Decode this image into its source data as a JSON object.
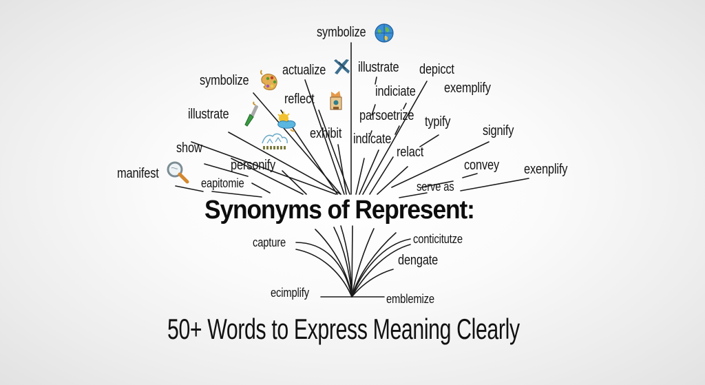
{
  "title": "Synonyms of Represent:",
  "subtitle": "50+ Words to Express Meaning Clearly",
  "colors": {
    "text": "#141414",
    "lines": "#1a1a1a",
    "background_center": "#ffffff",
    "background_edge": "#e2e2e2"
  },
  "upper_words": [
    {
      "label": "symbolize",
      "icon": "globe-icon"
    },
    {
      "label": "actualize",
      "icon": "satellite-icon"
    },
    {
      "label": "illustrate"
    },
    {
      "label": "depicct"
    },
    {
      "label": "symbolize",
      "icon": "palette-icon"
    },
    {
      "label": "reflect",
      "icon": "shrine-icon"
    },
    {
      "label": "indiciate"
    },
    {
      "label": "exemplify"
    },
    {
      "label": "illustrate",
      "icon": "brush-icon"
    },
    {
      "label": "parsoetrize"
    },
    {
      "label": "typify"
    },
    {
      "label": "exhibit",
      "icon": "weather-icon"
    },
    {
      "label": "indicate"
    },
    {
      "label": "signify"
    },
    {
      "label": "show",
      "icon": "landscape-icon"
    },
    {
      "label": "relact"
    },
    {
      "label": "personify"
    },
    {
      "label": "convey"
    },
    {
      "label": "manifest",
      "icon": "magnifier-icon"
    },
    {
      "label": "exenplify"
    },
    {
      "label": "eapitomie"
    },
    {
      "label": "serve as"
    }
  ],
  "lower_words": [
    {
      "label": "capture"
    },
    {
      "label": "conticitutze"
    },
    {
      "label": "dengate"
    },
    {
      "label": "ecimplify"
    },
    {
      "label": "emblemize"
    }
  ]
}
